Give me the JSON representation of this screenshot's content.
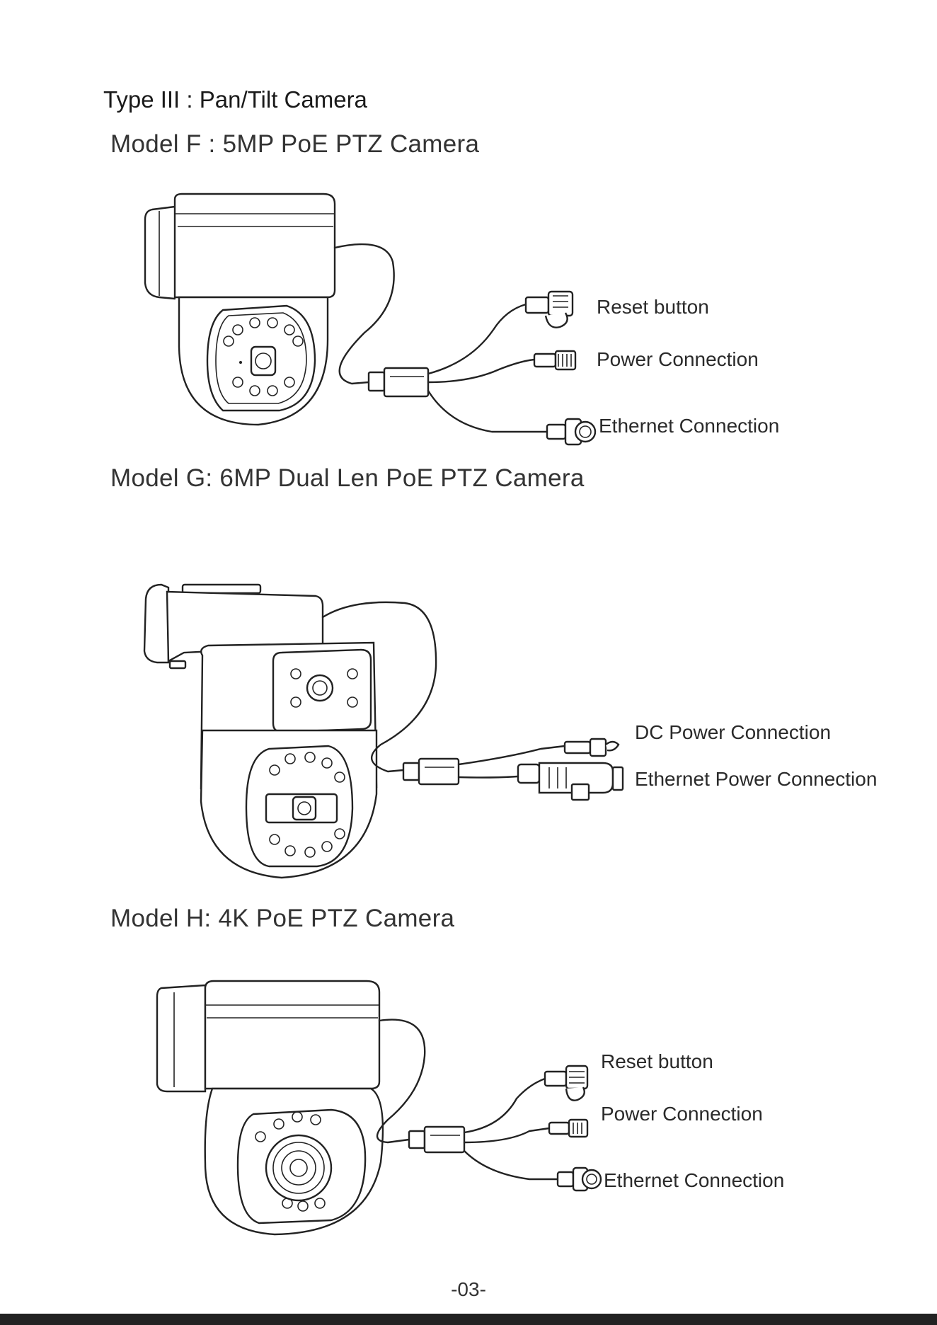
{
  "page": {
    "section_title": "Type III : Pan/Tilt Camera",
    "page_number": "-03-"
  },
  "models": {
    "f": {
      "title": "Model F : 5MP PoE PTZ Camera",
      "labels": [
        "Reset  button",
        "Power Connection",
        "Ethernet Connection"
      ]
    },
    "g": {
      "title": "Model G:  6MP Dual Len PoE PTZ Camera",
      "labels": [
        "DC Power Connection",
        "Ethernet Power Connection"
      ]
    },
    "h": {
      "title": "Model H: 4K PoE PTZ Camera",
      "labels": [
        "Reset  button",
        "Power Connection",
        "Ethernet Connection"
      ]
    }
  },
  "icons": [
    "camera-ptz-illustration",
    "reset-button-icon",
    "dc-jack-icon",
    "ethernet-rj45-icon",
    "waterproof-ethernet-icon"
  ]
}
